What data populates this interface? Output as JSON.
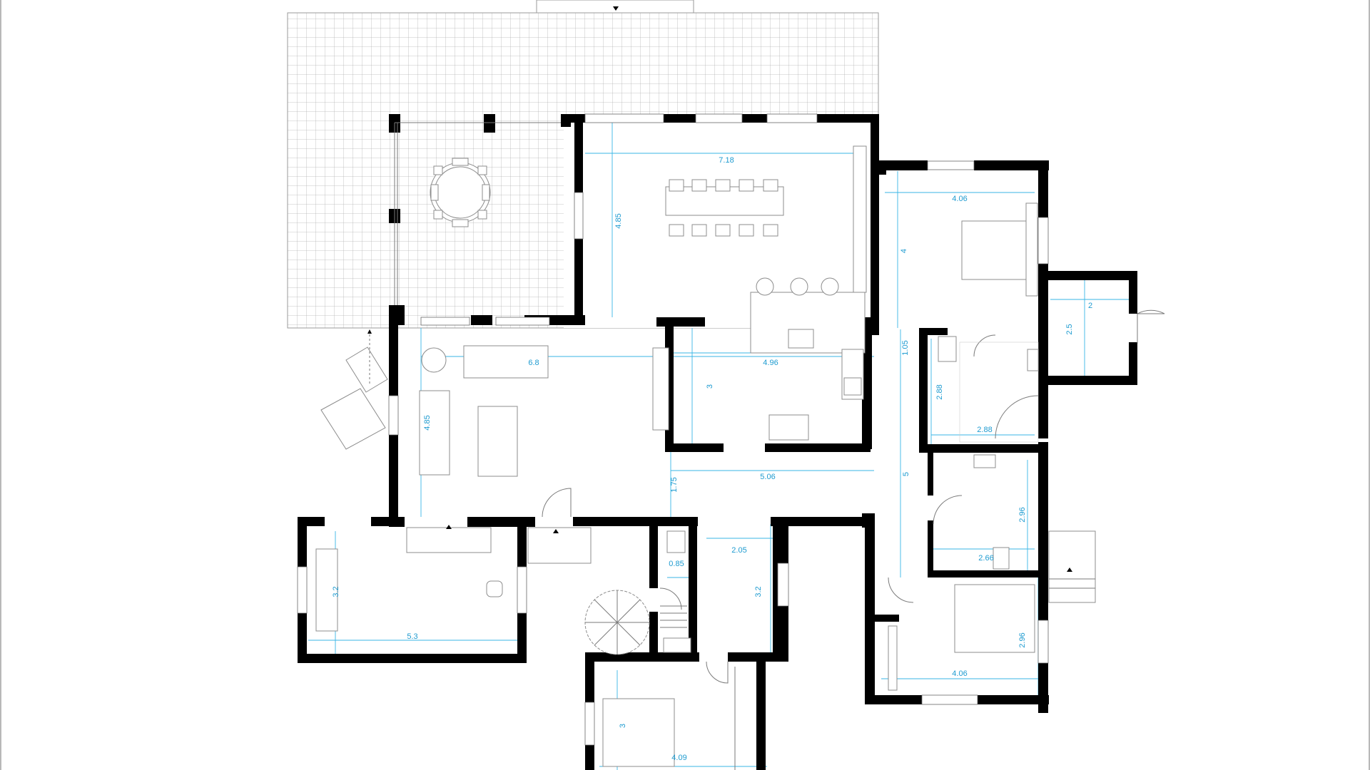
{
  "plan": {
    "accent_color": "#1e9bd0",
    "wall_color": "#000000",
    "dimensions": {
      "dining_width": "7.18",
      "dining_depth": "4.85",
      "bedroom1_width": "4.06",
      "bedroom1_depth": "4",
      "storage_width": "2",
      "storage_depth": "2.5",
      "hall_gap": "1.05",
      "bath_height": "2.88",
      "bath_width": "2.88",
      "hall_length": "5",
      "living_width": "6.8",
      "living_depth": "4.85",
      "kitchen_width": "4.96",
      "kitchen_depth": "3",
      "corridor_width": "5.06",
      "corridor_depth": "1.75",
      "bath2_height": "2.96",
      "bath2_width": "2.66",
      "bedroom2_depth": "2.96",
      "bedroom2_width": "4.06",
      "study_depth": "3.2",
      "study_width": "5.3",
      "wc_width": "0.85",
      "room_mid_width": "2.05",
      "room_mid_depth": "3.2",
      "bedroom3_depth": "3",
      "bedroom3_width": "4.09"
    },
    "icons": [
      "entry-arrow-icon",
      "door-swing-icon",
      "spiral-stair-icon",
      "toilet-icon",
      "sink-icon",
      "bed-icon",
      "sofa-icon",
      "chair-icon"
    ]
  }
}
